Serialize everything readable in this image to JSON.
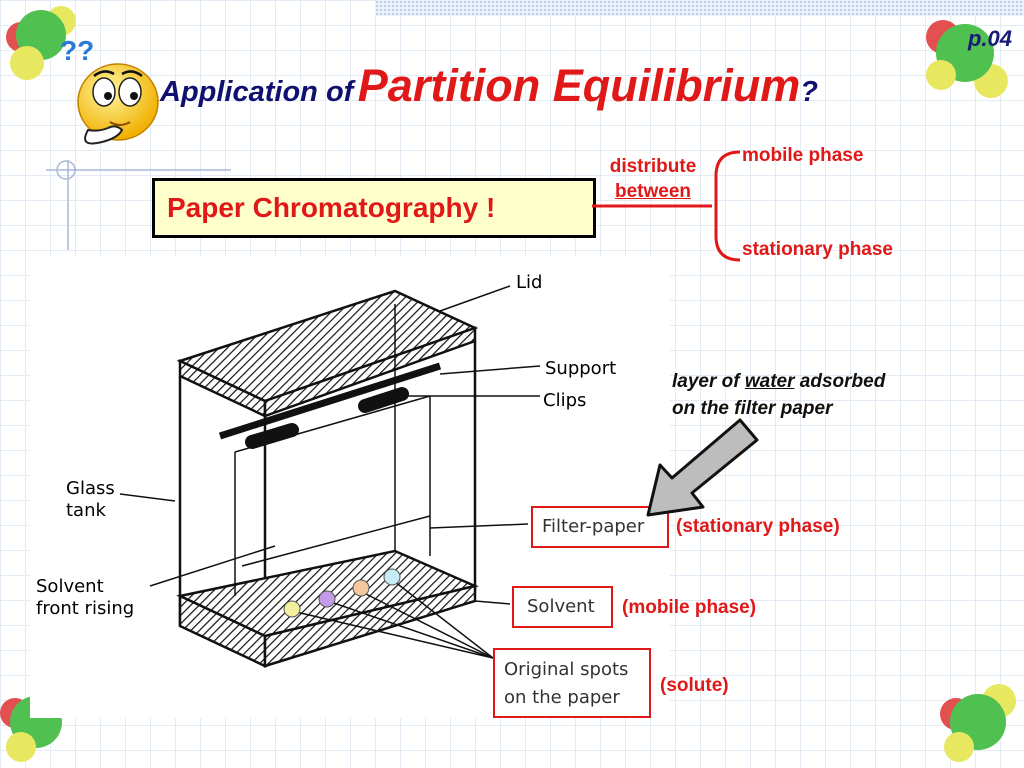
{
  "header": {
    "page_number": "p.04",
    "title_prefix": "Application of",
    "title_main": "Partition Equilibrium",
    "title_suffix": "?",
    "question_marks": "??"
  },
  "banner": {
    "label": "Paper Chromatography !"
  },
  "distribution": {
    "line1": "distribute",
    "line2": "between",
    "upper_phase": "mobile phase",
    "lower_phase": "stationary phase"
  },
  "diagram": {
    "labels": {
      "lid": "Lid",
      "support": "Support",
      "clips": "Clips",
      "glass_line1": "Glass",
      "glass_line2": "tank",
      "solvent_front_line1": "Solvent",
      "solvent_front_line2": "front rising",
      "filter_paper": "Filter-paper",
      "solvent": "Solvent",
      "spots_line1": "Original spots",
      "spots_line2": "on the paper"
    },
    "spot_colors": [
      "#f3ef9c",
      "#c49be8",
      "#f5c8a0",
      "#c8ecf5"
    ]
  },
  "annotations": {
    "note_pre": "layer of",
    "note_water": "water",
    "note_post": "adsorbed",
    "note_line2": "on the filter paper",
    "filter_phase": "(stationary phase)",
    "solvent_phase": "(mobile phase)",
    "spots_phase": "(solute)"
  },
  "colors": {
    "accent_red": "#e01818",
    "title_blue": "#101070",
    "banner_bg": "#ffffcc"
  }
}
